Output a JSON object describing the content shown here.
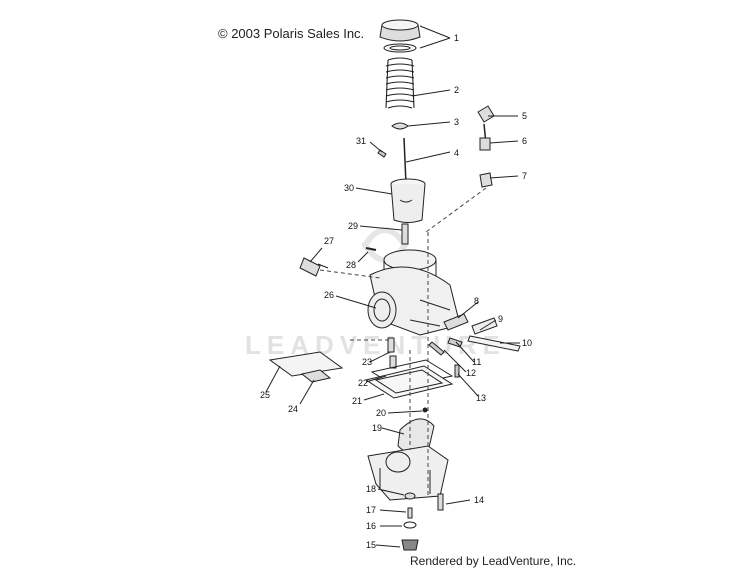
{
  "copyright": "© 2003 Polaris Sales Inc.",
  "rendered_by": "Rendered by LeadVenture, Inc.",
  "watermark": "LEADVENTURE",
  "callouts": [
    "1",
    "2",
    "3",
    "4",
    "5",
    "6",
    "7",
    "8",
    "9",
    "10",
    "11",
    "12",
    "13",
    "14",
    "15",
    "16",
    "17",
    "18",
    "19",
    "20",
    "21",
    "22",
    "23",
    "24",
    "25",
    "26",
    "27",
    "28",
    "29",
    "30",
    "31"
  ]
}
